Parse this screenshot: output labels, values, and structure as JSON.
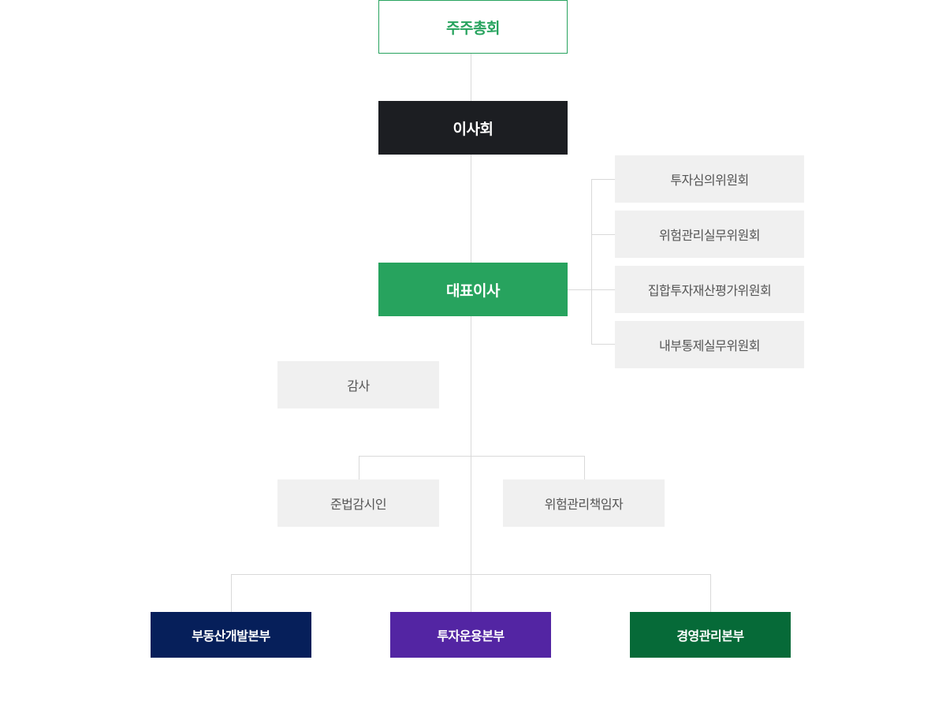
{
  "top": {
    "shareholders": "주주총회",
    "board": "이사회",
    "ceo": "대표이사"
  },
  "committees": [
    "투자심의위원회",
    "위험관리실무위원회",
    "집합투자재산평가위원회",
    "내부통제실무위원회"
  ],
  "audit": "감사",
  "officers": {
    "compliance": "준법감시인",
    "risk": "위험관리책임자"
  },
  "divisions": [
    "부동산개발본부",
    "투자운용본부",
    "경영관리본부"
  ],
  "colors": {
    "green": "#27a35e",
    "dark": "#1c1e22",
    "gray": "#f0f0f0",
    "navy": "#061f5a",
    "purple": "#5325a3",
    "forest": "#066a38"
  }
}
